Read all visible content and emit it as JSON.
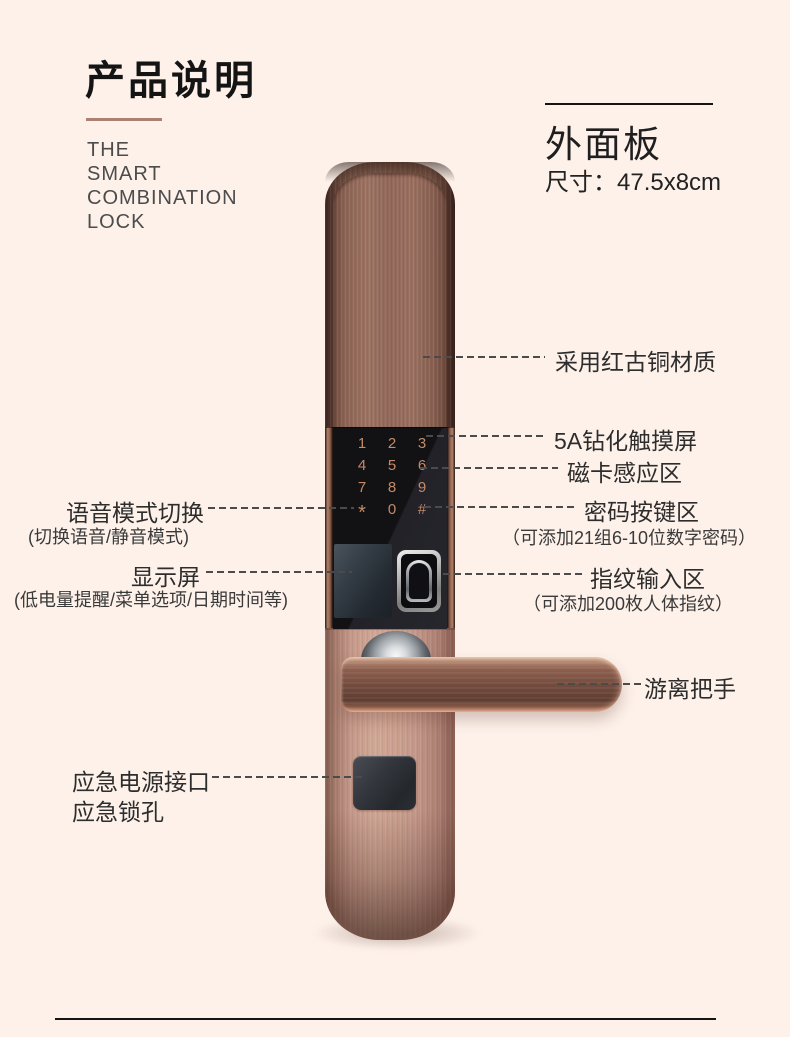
{
  "header": {
    "title": "产品说明",
    "subtitle_lines": [
      "THE",
      "SMART",
      "COMBINATION",
      "LOCK"
    ]
  },
  "panel": {
    "name": "外面板",
    "size": "尺寸：47.5x8cm"
  },
  "lock": {
    "keys": [
      "1",
      "2",
      "3",
      "4",
      "5",
      "6",
      "7",
      "8",
      "9",
      "*",
      "0",
      "#"
    ]
  },
  "callouts": {
    "material": {
      "label": "采用红古铜材质"
    },
    "touchscreen": {
      "label": "5A钻化触摸屏"
    },
    "card_zone": {
      "label": "磁卡感应区"
    },
    "password_zone": {
      "label": "密码按键区",
      "note": "（可添加21组6-10位数字密码）"
    },
    "fingerprint_zone": {
      "label": "指纹输入区",
      "note": "（可添加200枚人体指纹）"
    },
    "handle": {
      "label": "游离把手"
    },
    "voice_mode": {
      "label": "语音模式切换",
      "note": "(切换语音/静音模式)"
    },
    "display": {
      "label": "显示屏",
      "note": "(低电量提醒/菜单选项/日期时间等)"
    },
    "emergency": {
      "label": "应急电源接口",
      "label2": "应急锁孔"
    }
  },
  "colors": {
    "background": "#fdf1ea",
    "accent-line": "#ab8173",
    "text-dark": "#141414",
    "text-gray": "#4c4c4c",
    "label-color": "#2d2d2d",
    "dash-color": "#4b4b4b",
    "digit-color": "#c58a66",
    "rule-color": "#141414",
    "copper-body": "#8a6051",
    "copper-light": "#cda394"
  }
}
